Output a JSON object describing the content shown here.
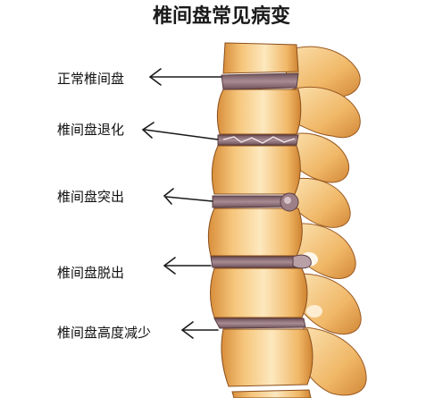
{
  "title": "椎间盘常见病变",
  "labels": [
    {
      "text": "正常椎间盘"
    },
    {
      "text": "椎间盘退化"
    },
    {
      "text": "椎间盘突出"
    },
    {
      "text": "椎间盘脱出"
    },
    {
      "text": "椎间盘高度减少"
    }
  ],
  "colors": {
    "bone_light": "#fbe3b4",
    "bone_mid": "#f2bf72",
    "bone_dark": "#d78c3a",
    "disc": "#8a6a72",
    "disc_light": "#b59aa0",
    "outline": "#8a4e1c"
  }
}
